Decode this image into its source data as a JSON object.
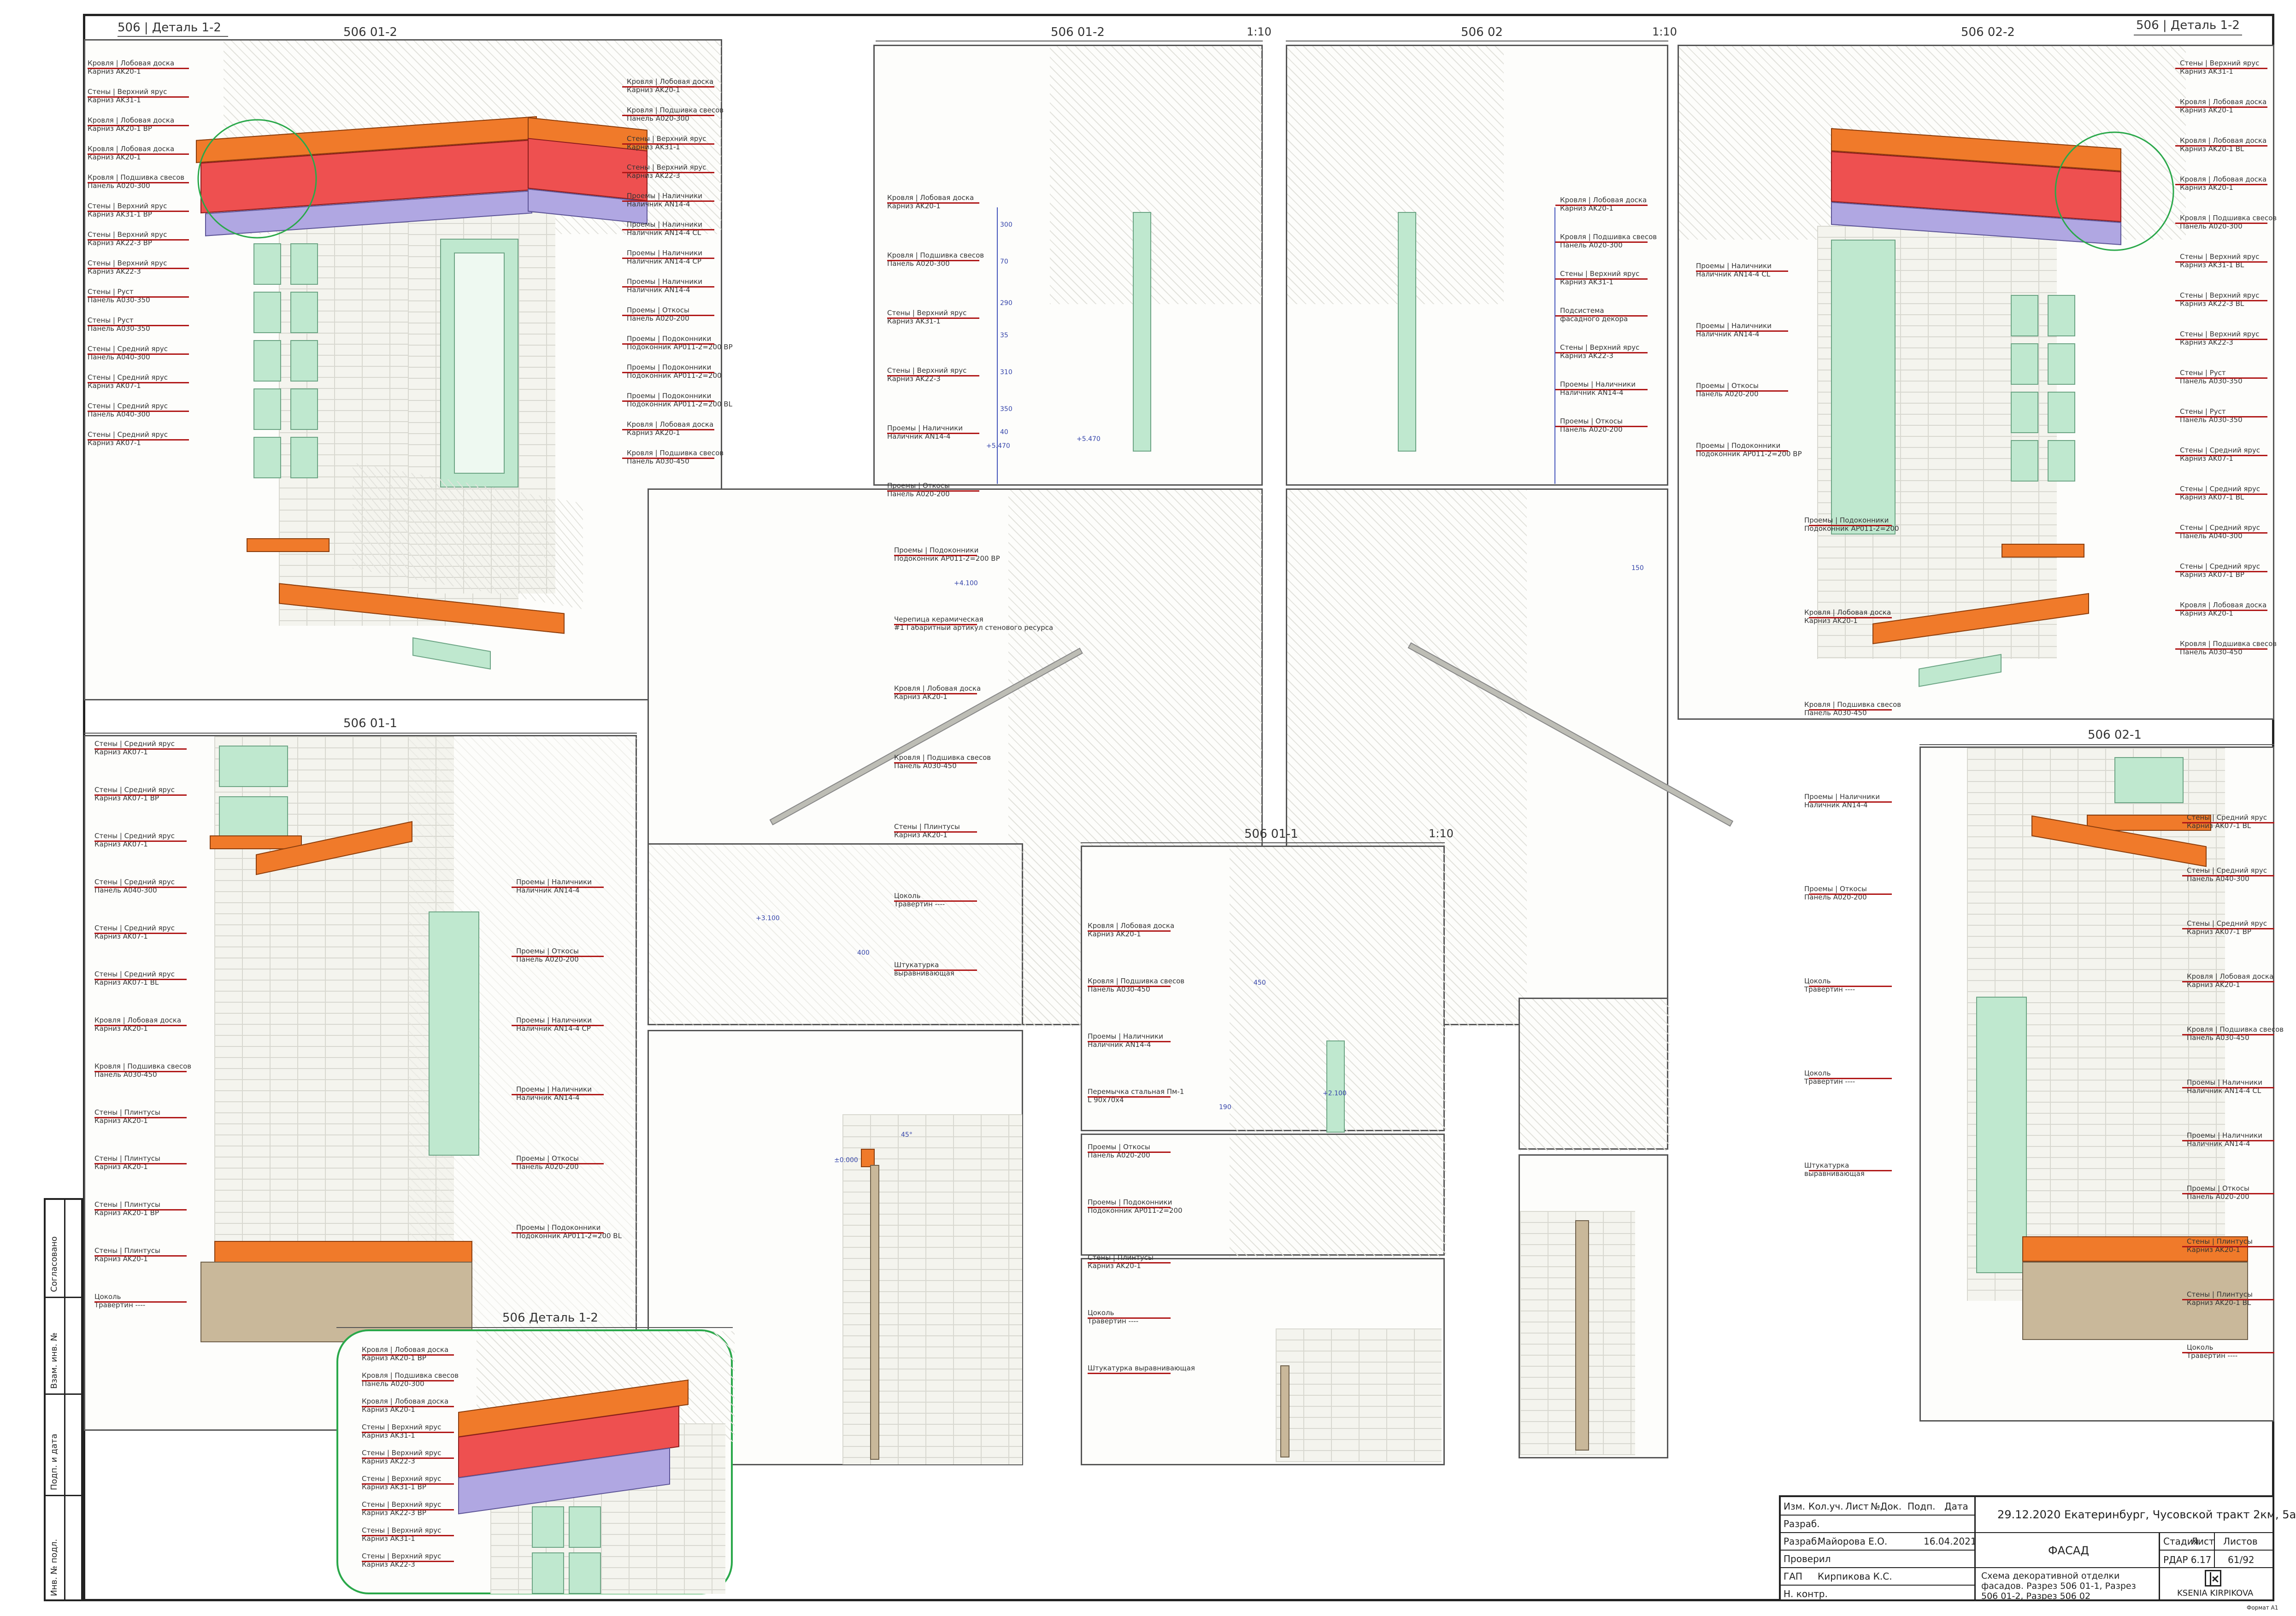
{
  "panels": {
    "p_506_detail_top": {
      "title": "506 | Деталь 1-2"
    },
    "p_506_01_2_iso": {
      "title": "506 01-2"
    },
    "p_506_01_2_sec": {
      "title": "506 01-2",
      "scale": "1:10"
    },
    "p_506_02_sec": {
      "title": "506 02",
      "scale": "1:10"
    },
    "p_506_02_2_iso": {
      "title": "506 02-2",
      "detail": "506 | Деталь 1-2"
    },
    "p_506_01_1_iso": {
      "title": "506 01-1"
    },
    "p_506_01_1_sec": {
      "title": "506 01-1",
      "scale": "1:10"
    },
    "p_506_02_1_iso": {
      "title": "506 02-1"
    },
    "p_506_detail_bottom": {
      "title": "506 Деталь 1-2"
    }
  },
  "labels_iso_01_2_left": [
    [
      "Кровля | Лобовая доска",
      "Карниз AK20-1"
    ],
    [
      "Стены | Верхний ярус",
      "Карниз AK31-1"
    ],
    [
      "Кровля | Лобовая доска",
      "Карниз AK20-1 BP"
    ],
    [
      "Кровля | Лобовая доска",
      "Карниз AK20-1"
    ],
    [
      "Кровля | Подшивка свесов",
      "Панель A020-300"
    ],
    [
      "Стены | Верхний ярус",
      "Карниз AK31-1 BP"
    ],
    [
      "Стены | Верхний ярус",
      "Карниз AK22-3 BP"
    ],
    [
      "Стены | Верхний ярус",
      "Карниз AK22-3"
    ],
    [
      "Стены | Руст",
      "Панель A030-350"
    ],
    [
      "Стены | Руст",
      "Панель A030-350"
    ],
    [
      "Стены | Средний ярус",
      "Панель A040-300"
    ],
    [
      "Стены | Средний ярус",
      "Карниз AK07-1"
    ],
    [
      "Стены | Средний ярус",
      "Панель A040-300"
    ],
    [
      "Стены | Средний ярус",
      "Карниз AK07-1"
    ]
  ],
  "labels_iso_01_2_right": [
    [
      "Кровля | Лобовая доска",
      "Карниз AK20-1"
    ],
    [
      "Кровля | Подшивка свесов",
      "Панель A020-300"
    ],
    [
      "Стены | Верхний ярус",
      "Карниз AK31-1"
    ],
    [
      "Стены | Верхний ярус",
      "Карниз AK22-3"
    ],
    [
      "Проемы | Наличники",
      "Наличник AN14-4"
    ],
    [
      "Проемы | Наличники",
      "Наличник AN14-4 CL"
    ],
    [
      "Проемы | Наличники",
      "Наличник AN14-4 CP"
    ],
    [
      "Проемы | Наличники",
      "Наличник AN14-4"
    ],
    [
      "Проемы | Откосы",
      "Панель A020-200"
    ],
    [
      "Проемы | Подоконники",
      "Подоконник AP011-2=200 BP"
    ],
    [
      "Проемы | Подоконники",
      "Подоконник AP011-2=200"
    ],
    [
      "Проемы | Подоконники",
      "Подоконник AP011-2=200 BL"
    ],
    [
      "Кровля | Лобовая доска",
      "Карниз AK20-1"
    ],
    [
      "Кровля | Подшивка свесов",
      "Панель A030-450"
    ]
  ],
  "labels_sec_01_2": [
    [
      "Кровля | Лобовая доска",
      "Карниз AK20-1"
    ],
    [
      "Кровля | Подшивка свесов",
      "Панель A020-300"
    ],
    [
      "Стены | Верхний ярус",
      "Карниз AK31-1"
    ],
    [
      "Стены | Верхний ярус",
      "Карниз AK22-3"
    ],
    [
      "Проемы | Наличники",
      "Наличник AN14-4"
    ],
    [
      "Проемы | Откосы",
      "Панель A020-200"
    ]
  ],
  "labels_sec_02": [
    [
      "Кровля | Лобовая доска",
      "Карниз AK20-1"
    ],
    [
      "Кровля | Подшивка свесов",
      "Панель A020-300"
    ],
    [
      "Стены | Верхний ярус",
      "Карниз AK31-1"
    ],
    [
      "Подсистема",
      "фасадного декора"
    ],
    [
      "Стены | Верхний ярус",
      "Карниз AK22-3"
    ],
    [
      "Проемы | Наличники",
      "Наличник AN14-4"
    ],
    [
      "Проемы | Откосы",
      "Панель A020-200"
    ]
  ],
  "labels_mid_left": [
    [
      "Проемы | Подоконники",
      "Подоконник AP011-2=200 BP"
    ],
    [
      "Черепица керамическая",
      "#1 Габаритный артикул стенового ресурса"
    ],
    [
      "Кровля | Лобовая доска",
      "Карниз AK20-1"
    ],
    [
      "Кровля | Подшивка свесов",
      "Панель A030-450"
    ],
    [
      "Стены | Плинтусы",
      "Карниз AK20-1"
    ],
    [
      "Цоколь",
      "Травертин ----"
    ],
    [
      "Штукатурка",
      "выравнивающая"
    ]
  ],
  "labels_mid_right": [
    [
      "Проемы | Подоконники",
      "Подоконник AP011-2=200"
    ],
    [
      "Кровля | Лобовая доска",
      "Карниз AK20-1"
    ],
    [
      "Кровля | Подшивка свесов",
      "Панель A030-450"
    ],
    [
      "Проемы | Наличники",
      "Наличник AN14-4"
    ],
    [
      "Проемы | Откосы",
      "Панель A020-200"
    ],
    [
      "Цоколь",
      "Травертин ----"
    ],
    [
      "Цоколь",
      "Травертин ----"
    ],
    [
      "Штукатурка",
      "выравнивающая"
    ]
  ],
  "labels_sec_01_1": [
    [
      "Кровля | Лобовая доска",
      "Карниз AK20-1"
    ],
    [
      "Кровля | Подшивка свесов",
      "Панель A030-450"
    ],
    [
      "Проемы | Наличники",
      "Наличник AN14-4"
    ],
    [
      "Перемычка стальная Пм-1",
      "L 90х70х4"
    ],
    [
      "Проемы | Откосы",
      "Панель A020-200"
    ],
    [
      "Проемы | Подоконники",
      "Подоконник AP011-2=200"
    ],
    [
      "Стены | Плинтусы",
      "Карниз AK20-1"
    ],
    [
      "Цоколь",
      "Травертин ----"
    ],
    [
      "Штукатурка выравнивающая",
      ""
    ]
  ],
  "labels_iso_02_2": [
    [
      "Стены | Верхний ярус",
      "Карниз AK31-1"
    ],
    [
      "Кровля | Лобовая доска",
      "Карниз AK20-1"
    ],
    [
      "Кровля | Лобовая доска",
      "Карниз AK20-1 BL"
    ],
    [
      "Кровля | Лобовая доска",
      "Карниз AK20-1"
    ],
    [
      "Кровля | Подшивка свесов",
      "Панель A020-300"
    ],
    [
      "Стены | Верхний ярус",
      "Карниз AK31-1 BL"
    ],
    [
      "Стены | Верхний ярус",
      "Карниз AK22-3 BL"
    ],
    [
      "Стены | Верхний ярус",
      "Карниз AK22-3"
    ],
    [
      "Стены | Руст",
      "Панель A030-350"
    ],
    [
      "Стены | Руст",
      "Панель A030-350"
    ],
    [
      "Стены | Средний ярус",
      "Карниз AK07-1"
    ],
    [
      "Стены | Средний ярус",
      "Карниз AK07-1 BL"
    ],
    [
      "Стены | Средний ярус",
      "Панель A040-300"
    ],
    [
      "Стены | Средний ярус",
      "Карниз AK07-1 BP"
    ],
    [
      "Кровля | Лобовая доска",
      "Карниз AK20-1"
    ],
    [
      "Кровля | Подшивка свесов",
      "Панель A030-450"
    ]
  ],
  "labels_iso_02_2_left": [
    [
      "Проемы | Наличники",
      "Наличник AN14-4 CL"
    ],
    [
      "Проемы | Наличники",
      "Наличник AN14-4"
    ],
    [
      "Проемы | Откосы",
      "Панель A020-200"
    ],
    [
      "Проемы | Подоконники",
      "Подоконник AP011-2=200 BP"
    ]
  ],
  "labels_iso_01_1_left": [
    [
      "Стены | Средний ярус",
      "Карниз AK07-1"
    ],
    [
      "Стены | Средний ярус",
      "Карниз AK07-1 BP"
    ],
    [
      "Стены | Средний ярус",
      "Карниз AK07-1"
    ],
    [
      "Стены | Средний ярус",
      "Панель A040-300"
    ],
    [
      "Стены | Средний ярус",
      "Карниз AK07-1"
    ],
    [
      "Стены | Средний ярус",
      "Карниз AK07-1 BL"
    ],
    [
      "Кровля | Лобовая доска",
      "Карниз AK20-1"
    ],
    [
      "Кровля | Подшивка свесов",
      "Панель A030-450"
    ],
    [
      "Стены | Плинтусы",
      "Карниз AK20-1"
    ],
    [
      "Стены | Плинтусы",
      "Карниз AK20-1"
    ],
    [
      "Стены | Плинтусы",
      "Карниз AK20-1 BP"
    ],
    [
      "Стены | Плинтусы",
      "Карниз AK20-1"
    ],
    [
      "Цоколь",
      "Травертин ----"
    ]
  ],
  "labels_iso_01_1_right": [
    [
      "Проемы | Наличники",
      "Наличник AN14-4"
    ],
    [
      "Проемы | Откосы",
      "Панель A020-200"
    ],
    [
      "Проемы | Наличники",
      "Наличник AN14-4 CP"
    ],
    [
      "Проемы | Наличники",
      "Наличник AN14-4"
    ],
    [
      "Проемы | Откосы",
      "Панель A020-200"
    ],
    [
      "Проемы | Подоконники",
      "Подоконник AP011-2=200 BL"
    ]
  ],
  "labels_iso_02_1": [
    [
      "Стены | Средний ярус",
      "Карниз AK07-1 BL"
    ],
    [
      "Стены | Средний ярус",
      "Панель A040-300"
    ],
    [
      "Стены | Средний ярус",
      "Карниз AK07-1 BP"
    ],
    [
      "Кровля | Лобовая доска",
      "Карниз AK20-1"
    ],
    [
      "Кровля | Подшивка свесов",
      "Панель A030-450"
    ],
    [
      "Проемы | Наличники",
      "Наличник AN14-4 CL"
    ],
    [
      "Проемы | Наличники",
      "Наличник AN14-4"
    ],
    [
      "Проемы | Откосы",
      "Панель A020-200"
    ],
    [
      "Стены | Плинтусы",
      "Карниз AK20-1"
    ],
    [
      "Стены | Плинтусы",
      "Карниз AK20-1 BL"
    ],
    [
      "Цоколь",
      "Травертин ----"
    ]
  ],
  "labels_detail_bottom": [
    [
      "Кровля | Лобовая доска",
      "Карниз AK20-1 BP"
    ],
    [
      "Кровля | Подшивка свесов",
      "Панель A020-300"
    ],
    [
      "Кровля | Лобовая доска",
      "Карниз AK20-1"
    ],
    [
      "Стены | Верхний ярус",
      "Карниз AK31-1"
    ],
    [
      "Стены | Верхний ярус",
      "Карниз AK22-3"
    ],
    [
      "Стены | Верхний ярус",
      "Карниз AK31-1 BP"
    ],
    [
      "Стены | Верхний ярус",
      "Карниз AK22-3 BP"
    ],
    [
      "Стены | Верхний ярус",
      "Карниз AK31-1"
    ],
    [
      "Стены | Верхний ярус",
      "Карниз AK22-3"
    ]
  ],
  "dims": [
    "300",
    "70",
    "290",
    "35",
    "310",
    "350",
    "40",
    "+5.470",
    "+4.100",
    "+3.100",
    "+2.100",
    "±0.000",
    "45°",
    "450",
    "400",
    "190",
    "150"
  ],
  "titleblock": {
    "address": "29.12.2020 Екатеринбург, Чусовской тракт 2км, 5а",
    "section": "ФАСАД",
    "stage_hdr": "Стадия",
    "sheet_hdr": "Лист",
    "sheets_hdr": "Листов",
    "project_code": "РДАР 6.17",
    "sheet_no": "61/92",
    "description": "Схема декоративной отделки фасадов. Разрез 506 01-1, Разрез 506 01-2, Разрез 506 02",
    "company": "KSENIA KIRPIKOVA",
    "head": [
      "Изм.",
      "Кол.уч.",
      "Лист",
      "№Док.",
      "Подп.",
      "Дата"
    ],
    "rows": [
      {
        "role": "Разраб.",
        "name": "",
        "date": ""
      },
      {
        "role": "Разраб.",
        "name": "Майорова Е.О.",
        "date": "16.04.2021"
      },
      {
        "role": "Проверил",
        "name": "",
        "date": ""
      },
      {
        "role": "ГАП",
        "name": "Кирпикова К.С.",
        "date": ""
      },
      {
        "role": "Н. контр.",
        "name": "",
        "date": ""
      }
    ],
    "format": "Формат A1"
  },
  "sidebar": [
    "Согласовано",
    "Взам. инв. №",
    "Подп. и дата",
    "Инв. № подл."
  ]
}
